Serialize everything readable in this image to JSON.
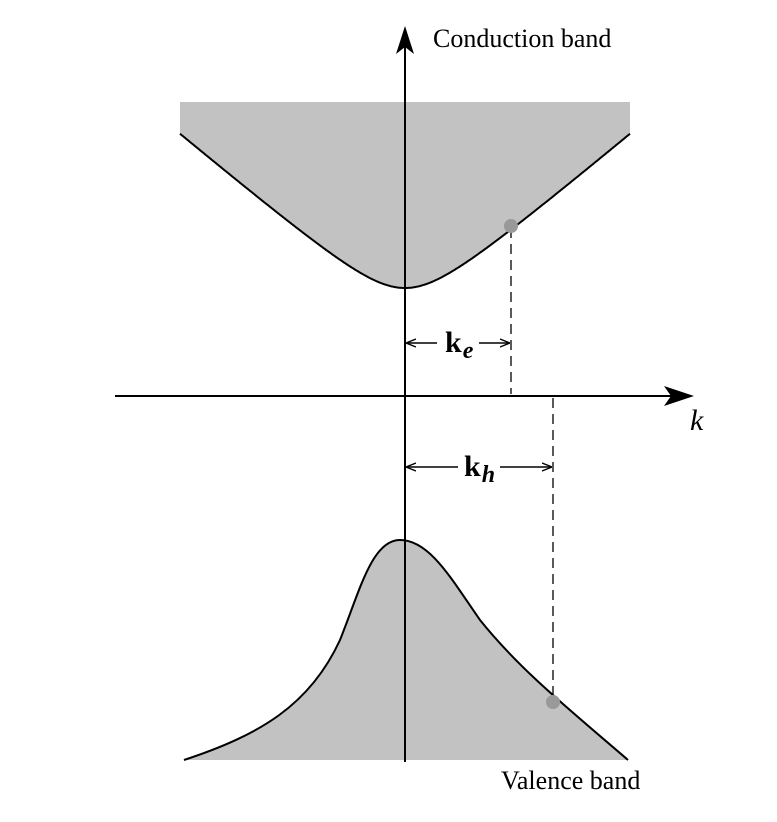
{
  "labels": {
    "conduction": "Conduction band",
    "valence": "Valence band",
    "k_axis": "k",
    "ke_main": "k",
    "ke_sub": "e",
    "kh_main": "k",
    "kh_sub": "h"
  },
  "colors": {
    "band_fill": "#c2c2c2",
    "marker": "#999999",
    "line": "#000000"
  }
}
